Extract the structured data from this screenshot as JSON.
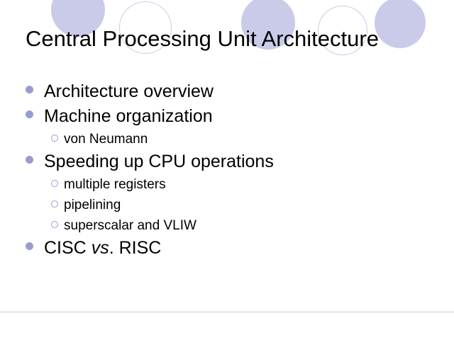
{
  "slide": {
    "title": "Central Processing Unit Architecture",
    "decor": {
      "accent_color": "#c9cbe8",
      "bullet_color": "#9a9cd0",
      "background_color": "#ffffff",
      "text_color": "#000000"
    },
    "bullets": [
      {
        "level": 1,
        "marker": "filled-dot",
        "text": "Architecture overview"
      },
      {
        "level": 1,
        "marker": "filled-dot",
        "text": "Machine organization"
      },
      {
        "level": 2,
        "marker": "hollow-circle",
        "text": "von Neumann"
      },
      {
        "level": 1,
        "marker": "filled-dot",
        "text": "Speeding up CPU operations"
      },
      {
        "level": 2,
        "marker": "hollow-circle",
        "text": "multiple registers"
      },
      {
        "level": 2,
        "marker": "hollow-circle",
        "text": "pipelining"
      },
      {
        "level": 2,
        "marker": "hollow-circle",
        "text": "superscalar and VLIW"
      },
      {
        "level": 1,
        "marker": "filled-dot",
        "text_pre": "CISC ",
        "text_italic": "vs",
        "text_post": ". RISC"
      }
    ]
  }
}
